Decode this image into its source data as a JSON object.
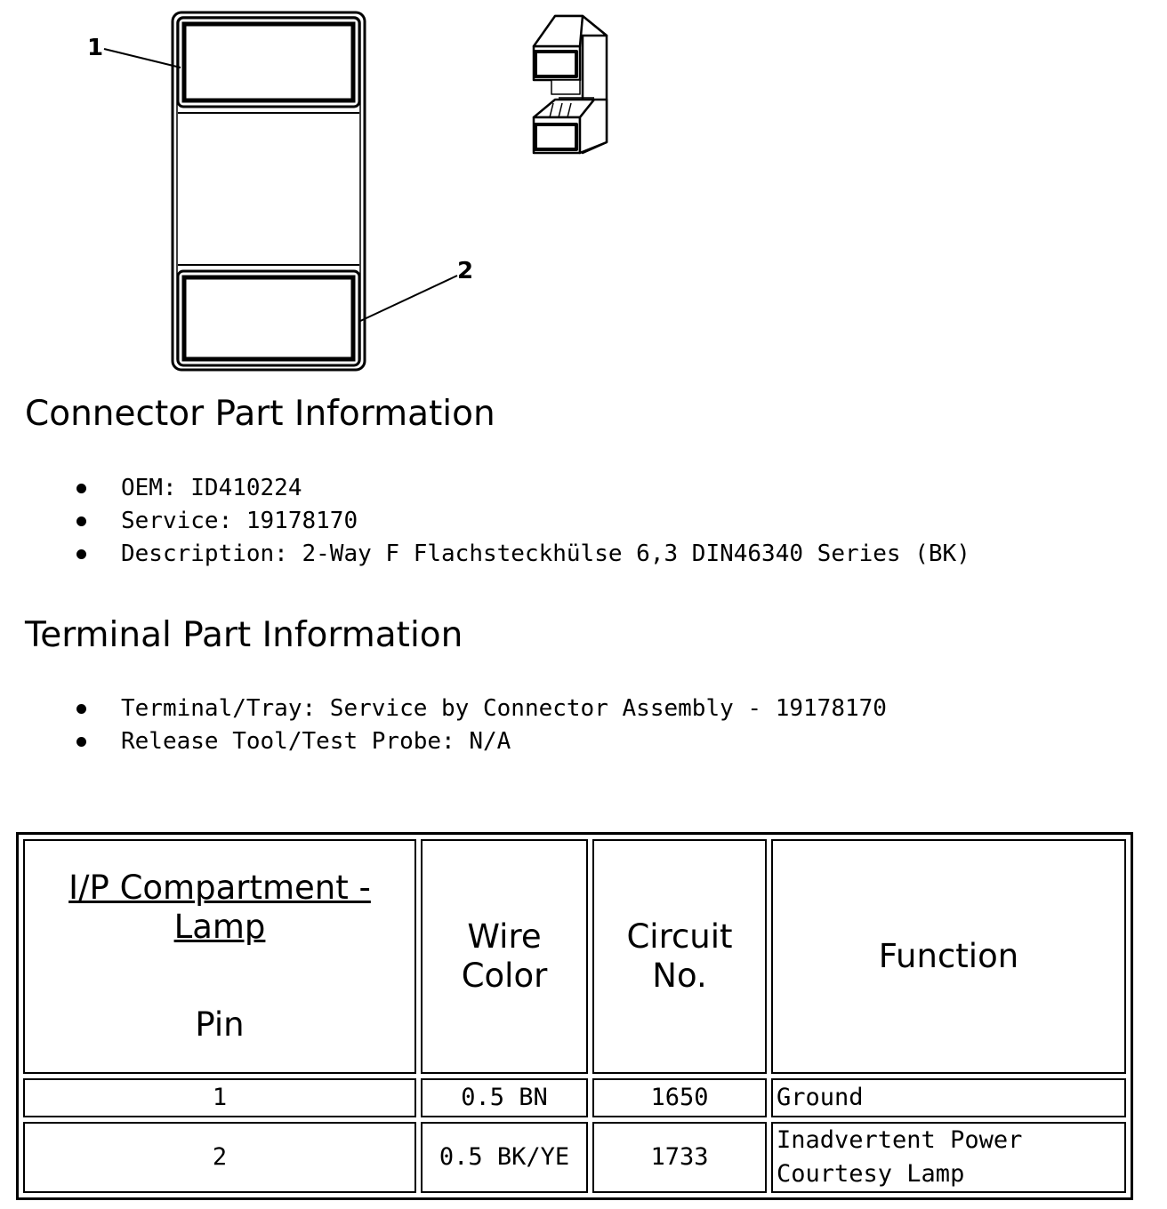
{
  "diagram": {
    "callout_1": "1",
    "callout_2": "2"
  },
  "connector_info": {
    "heading": "Connector Part Information",
    "items": [
      "OEM: ID410224",
      "Service: 19178170",
      "Description: 2-Way F Flachsteckhülse 6,3 DIN46340 Series (BK)"
    ]
  },
  "terminal_info": {
    "heading": "Terminal Part Information",
    "items": [
      "Terminal/Tray: Service by Connector Assembly - 19178170",
      "Release Tool/Test Probe: N/A"
    ]
  },
  "pin_table": {
    "headers": {
      "connector": "I/P Compartment - Lamp",
      "pin": "Pin",
      "wire_color": "Wire Color",
      "circuit_no": "Circuit No.",
      "function": "Function"
    },
    "rows": [
      {
        "pin": "1",
        "wire_color": "0.5 BN",
        "circuit_no": "1650",
        "function": "Ground"
      },
      {
        "pin": "2",
        "wire_color": "0.5 BK/YE",
        "circuit_no": "1733",
        "function": "Inadvertent Power Courtesy Lamp"
      }
    ]
  }
}
